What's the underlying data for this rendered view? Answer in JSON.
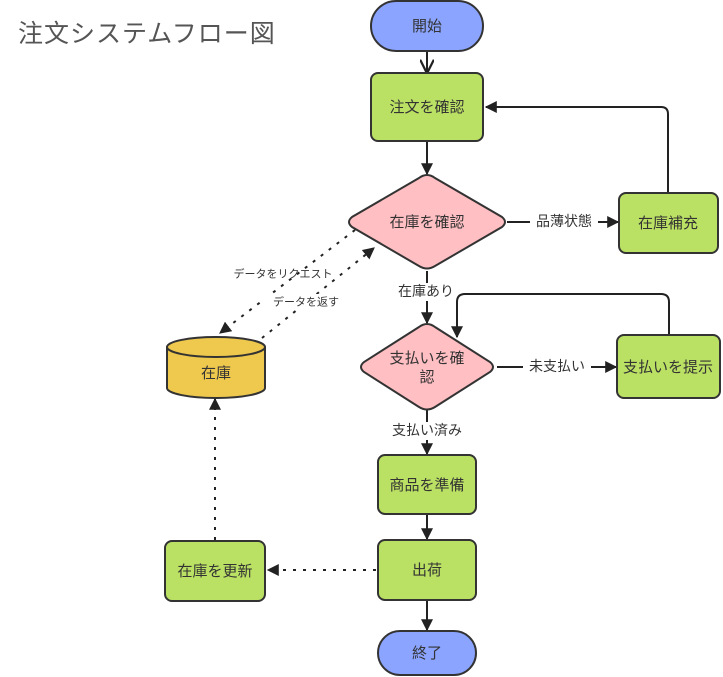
{
  "title": "注文システムフロー図",
  "colors": {
    "terminal": "#8aa4ff",
    "process": "#bbe164",
    "decision": "#ffbfc3",
    "database": "#efc84e",
    "stroke": "#333333"
  },
  "nodes": {
    "start": {
      "label": "開始",
      "type": "terminal"
    },
    "confirm_order": {
      "label": "注文を確認",
      "type": "process"
    },
    "check_stock": {
      "label": "在庫を確認",
      "type": "decision"
    },
    "restock": {
      "label": "在庫補充",
      "type": "process"
    },
    "check_payment_line1": {
      "label": "支払いを確",
      "type": "decision"
    },
    "check_payment_line2": {
      "label": "認",
      "type": "decision"
    },
    "request_payment": {
      "label": "支払いを提示",
      "type": "process"
    },
    "prepare_goods": {
      "label": "商品を準備",
      "type": "process"
    },
    "ship": {
      "label": "出荷",
      "type": "process"
    },
    "end": {
      "label": "終了",
      "type": "terminal"
    },
    "inventory_db": {
      "label": "在庫",
      "type": "database"
    },
    "update_stock": {
      "label": "在庫を更新",
      "type": "process"
    }
  },
  "edges": {
    "out_of_stock": "品薄状態",
    "in_stock": "在庫あり",
    "unpaid": "未支払い",
    "paid": "支払い済み",
    "request_data": "データをリクエスト",
    "return_data": "データを返す"
  }
}
